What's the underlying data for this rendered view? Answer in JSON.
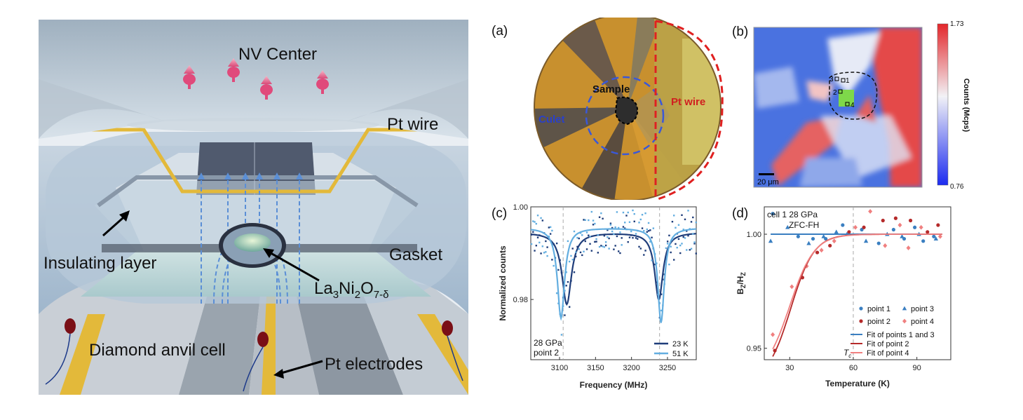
{
  "schematic": {
    "labels": {
      "nv_center": "NV Center",
      "pt_wire": "Pt wire",
      "insulating_layer": "Insulating layer",
      "gasket": "Gasket",
      "sample_formula_main": "La",
      "sample_formula_sub1": "3",
      "sample_formula_mid": "Ni",
      "sample_formula_sub2": "2",
      "sample_formula_o": "O",
      "sample_formula_sub3": "7-δ",
      "dac": "Diamond anvil cell",
      "pt_electrodes": "Pt electrodes"
    }
  },
  "panel_a": {
    "letter": "(a)",
    "sample": "Sample",
    "culet": "Culet",
    "pt_wire": "Pt wire"
  },
  "panel_b": {
    "letter": "(b)",
    "colorbar_max": "1.73",
    "colorbar_min": "0.76",
    "colorbar_label": "Counts (Mcps)",
    "scale_bar": "20 μm",
    "points": [
      "1",
      "2",
      "3",
      "4"
    ]
  },
  "chart_data": [
    {
      "id": "c",
      "type": "line",
      "letter": "(c)",
      "xlabel": "Frequency (MHz)",
      "ylabel": "Normalized counts",
      "xlim": [
        3060,
        3290
      ],
      "ylim": [
        0.967,
        1.0
      ],
      "xticks": [
        3100,
        3150,
        3200,
        3250
      ],
      "yticks": [
        0.98,
        1.0
      ],
      "ytick_labels": [
        "0.98",
        "1.00"
      ],
      "annotation_line1": "28 GPa",
      "annotation_line2": "point 2",
      "vlines": [
        3105,
        3239
      ],
      "legend_position": "bottom-right",
      "series": [
        {
          "name": "23 K",
          "color": "#1f3d7a",
          "baseline": 0.9945,
          "dips": [
            {
              "x0": 3110,
              "depth": 0.0155,
              "width": 16
            },
            {
              "x0": 3238,
              "depth": 0.0145,
              "width": 14
            }
          ]
        },
        {
          "name": "51 K",
          "color": "#63aee0",
          "baseline": 0.9955,
          "dips": [
            {
              "x0": 3102,
              "depth": 0.0195,
              "width": 12
            },
            {
              "x0": 3241,
              "depth": 0.0205,
              "width": 11
            }
          ]
        }
      ]
    },
    {
      "id": "d",
      "type": "scatter",
      "letter": "(d)",
      "xlabel": "Temperature (K)",
      "ylabel_main": "B",
      "ylabel_sub1": "Z",
      "ylabel_mid": "/H",
      "ylabel_sub2": "Z",
      "xlim": [
        18,
        106
      ],
      "ylim": [
        0.945,
        1.012
      ],
      "xticks": [
        30,
        60,
        90
      ],
      "yticks": [
        0.95,
        1.0
      ],
      "ytick_labels": [
        "0.95",
        "1.00"
      ],
      "annotation_line1": "cell 1   28 GPa",
      "annotation_line2": "ZFC-FH",
      "tc_label": "T",
      "tc_sub": "c",
      "tc_value": 60,
      "legend_position": "bottom-right",
      "series": [
        {
          "name": "point 1",
          "color": "#3a7fc1",
          "marker": "circle",
          "points": [
            [
              22,
              1.009
            ],
            [
              34,
              0.999
            ],
            [
              41,
              0.998
            ],
            [
              47,
              0.998
            ],
            [
              55,
              1.004
            ],
            [
              64,
              1.002
            ],
            [
              72,
              0.996
            ],
            [
              79,
              1.002
            ],
            [
              84,
              0.998
            ],
            [
              89,
              1.003
            ],
            [
              93,
              0.997
            ],
            [
              98,
              0.999
            ]
          ]
        },
        {
          "name": "point 2",
          "color": "#b52a2a",
          "marker": "circle",
          "points": [
            [
              23,
              0.949
            ],
            [
              36,
              0.981
            ],
            [
              43,
              0.992
            ],
            [
              49,
              0.995
            ],
            [
              58,
              1.001
            ],
            [
              65,
              1.003
            ],
            [
              74,
              1.006
            ],
            [
              80,
              1.007
            ],
            [
              87,
              1.006
            ],
            [
              95,
              1.001
            ],
            [
              100,
              1.004
            ]
          ]
        },
        {
          "name": "point 3",
          "color": "#3a7fc1",
          "marker": "triangle",
          "points": [
            [
              21,
              0.997
            ],
            [
              29,
              1.003
            ],
            [
              39,
              0.996
            ],
            [
              46,
              0.999
            ],
            [
              52,
              1.001
            ],
            [
              57,
              1.0
            ],
            [
              66,
              0.997
            ],
            [
              76,
              1.0
            ],
            [
              83,
              0.999
            ],
            [
              91,
              1.0
            ],
            [
              99,
              0.998
            ]
          ]
        },
        {
          "name": "point 4",
          "color": "#f08080",
          "marker": "diamond",
          "points": [
            [
              22,
              0.956
            ],
            [
              31,
              0.977
            ],
            [
              38,
              0.986
            ],
            [
              45,
              0.993
            ],
            [
              51,
              0.997
            ],
            [
              61,
              1.003
            ],
            [
              68,
              1.01
            ],
            [
              75,
              0.995
            ],
            [
              82,
              1.004
            ],
            [
              86,
              0.994
            ],
            [
              92,
              1.003
            ],
            [
              101,
              0.999
            ]
          ]
        },
        {
          "name": "Fit of points 1 and 3",
          "color": "#3a7fc1",
          "fit": "flat",
          "value": 1.0
        },
        {
          "name": "Fit of point 2",
          "color": "#b52a2a",
          "fit": "sigmoid",
          "x0": 30.5,
          "w": 5.5,
          "low": 0.935
        },
        {
          "name": "Fit of point 4",
          "color": "#f08080",
          "fit": "sigmoid",
          "x0": 30,
          "w": 5.8,
          "low": 0.937
        }
      ]
    }
  ]
}
